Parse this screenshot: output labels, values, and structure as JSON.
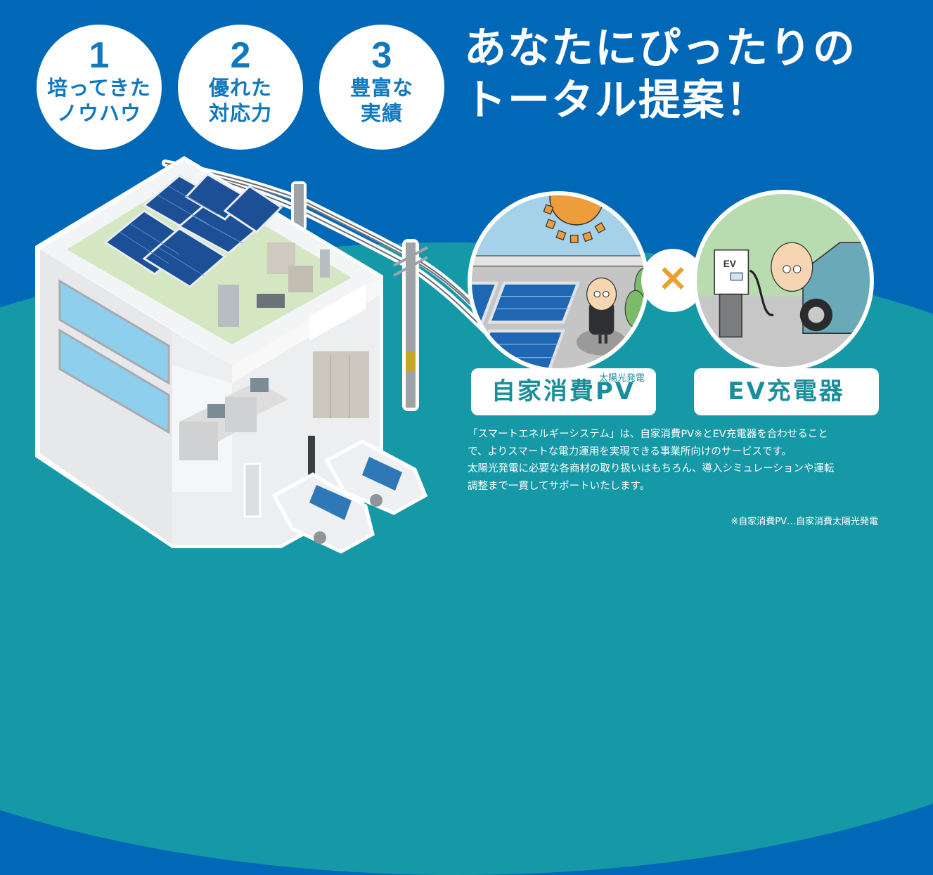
{
  "colors": {
    "background_blue": "#0068b7",
    "teal": "#1699a6",
    "badge_text": "#1278bd",
    "label_text": "#1a8f9c",
    "cross": "#e8a033"
  },
  "badges": [
    {
      "number": "1",
      "lines": [
        "培ってきた",
        "ノウハウ"
      ]
    },
    {
      "number": "2",
      "lines": [
        "優れた",
        "対応力"
      ]
    },
    {
      "number": "3",
      "lines": [
        "豊富な",
        "実績"
      ]
    }
  ],
  "headline": {
    "line1": "あなたにぴったりの",
    "line2": "トータル提案！"
  },
  "illustrations": {
    "building": "office-building-with-rooftop-solar-icon",
    "pv_scene": "solar-panels-with-mascot-icon",
    "ev_scene": "ev-charger-with-mascot-icon",
    "ev_sign": "EV",
    "cross_symbol": "×"
  },
  "labels": {
    "pv": {
      "main": "自家消費PV",
      "ruby": "太陽光発電"
    },
    "ev": {
      "main": "EV充電器"
    }
  },
  "description": [
    "「スマートエネルギーシステム」は、自家消費PV※とEV充電器を合わせること",
    "で、よりスマートな電力運用を実現できる事業所向けのサービスです。",
    "太陽光発電に必要な各商材の取り扱いはもちろん、導入シミュレーションや運転",
    "調整まで一貫してサポートいたします。"
  ],
  "footnote": "※自家消費PV…自家消費太陽光発電"
}
